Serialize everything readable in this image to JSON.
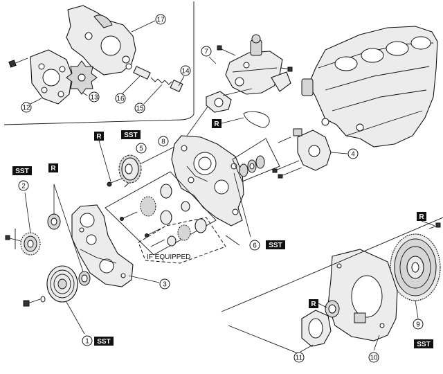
{
  "figure": {
    "inset_callouts": [
      "17",
      "12",
      "13",
      "16",
      "15",
      "14"
    ],
    "callouts": [
      "7",
      "8",
      "5",
      "4",
      "2",
      "6",
      "3",
      "1",
      "9",
      "10",
      "11"
    ],
    "note": "IF EQUIPPED",
    "badges": {
      "sst": "SST",
      "reuse": "R"
    }
  }
}
